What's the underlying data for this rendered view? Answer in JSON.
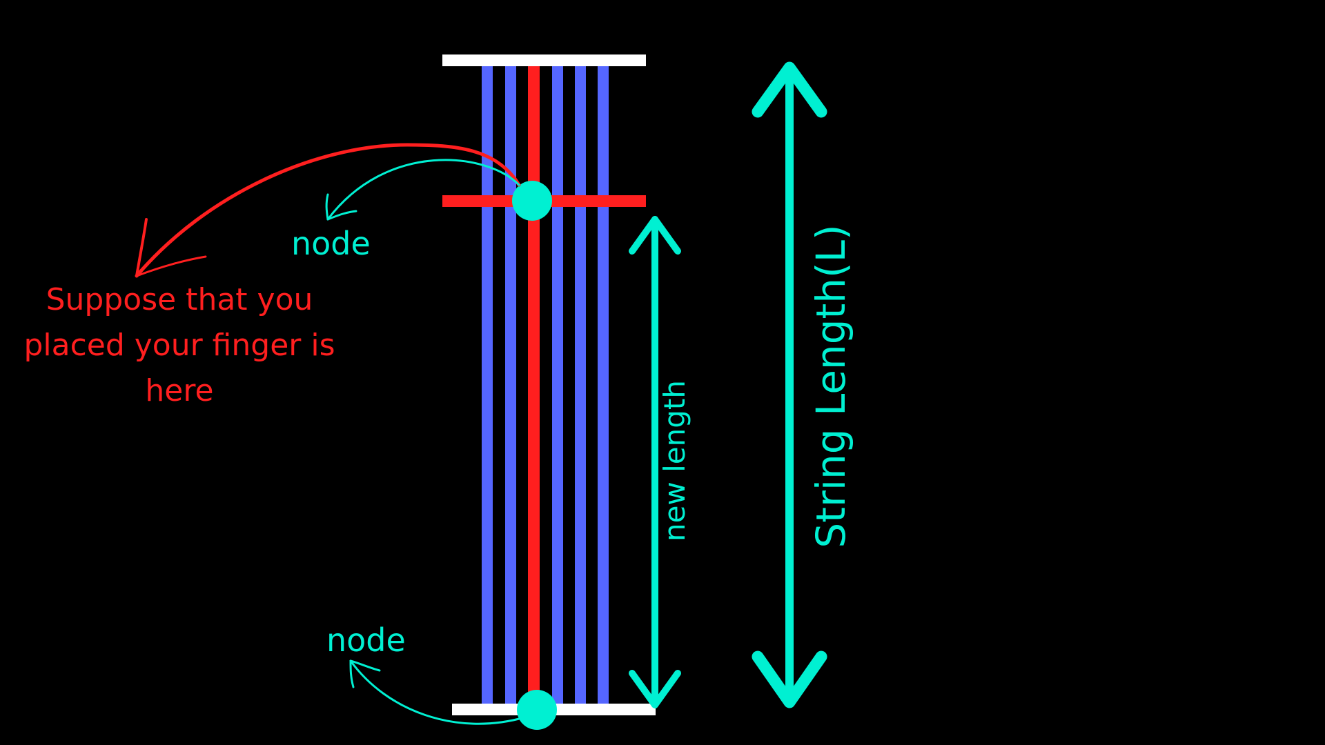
{
  "labels": {
    "node_top": "node",
    "node_bottom": "node",
    "finger_note": "Suppose that you\nplaced your finger is\nhere",
    "new_length": "new length",
    "string_length": "String Length(L)"
  },
  "colors": {
    "background": "#000000",
    "string": "#5566FF",
    "played_string": "#FF1F1F",
    "fret_bar": "#FFFFFF",
    "pressed_fret": "#FF1F1F",
    "accent": "#00F0D2"
  },
  "icons": {
    "length_arrow": "double-headed-arrow",
    "pointer_arrow": "curved-arrow",
    "node_marker": "filled-circle"
  }
}
